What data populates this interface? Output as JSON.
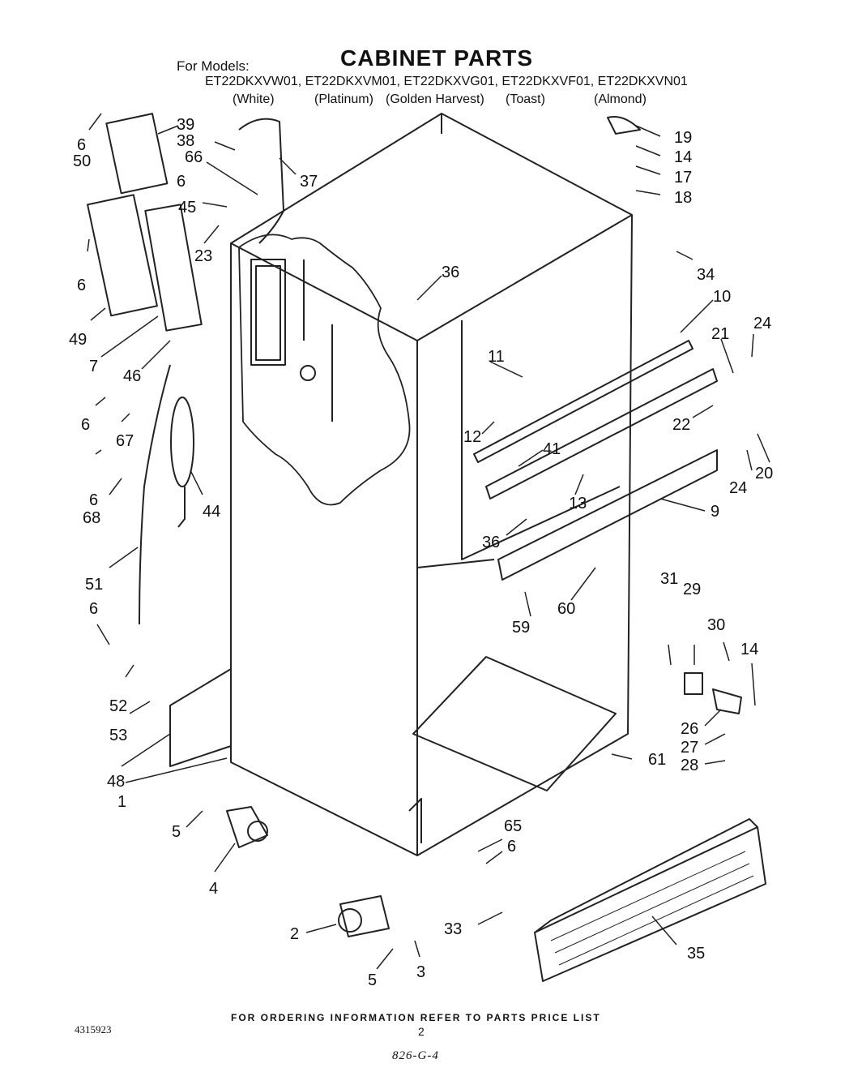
{
  "header": {
    "title": "CABINET PARTS",
    "for_models_label": "For Models:",
    "model_numbers": "ET22DKXVW01, ET22DKXVM01, ET22DKXVG01, ET22DKXVF01, ET22DKXVN01",
    "colors": [
      "(White)",
      "(Platinum)",
      "(Golden Harvest)",
      "(Toast)",
      "(Almond)"
    ]
  },
  "callouts": [
    "6",
    "39",
    "38",
    "66",
    "37",
    "50",
    "6",
    "45",
    "23",
    "6",
    "49",
    "7",
    "46",
    "6",
    "67",
    "6",
    "68",
    "44",
    "51",
    "6",
    "52",
    "53",
    "48",
    "1",
    "5",
    "4",
    "2",
    "5",
    "3",
    "19",
    "14",
    "17",
    "18",
    "34",
    "36",
    "10",
    "24",
    "21",
    "11",
    "22",
    "12",
    "24",
    "20",
    "41",
    "13",
    "9",
    "36",
    "60",
    "59",
    "31",
    "29",
    "30",
    "14",
    "26",
    "27",
    "28",
    "61",
    "65",
    "6",
    "33",
    "35"
  ],
  "footer": {
    "ordering_note": "FOR ORDERING INFORMATION REFER TO PARTS PRICE LIST",
    "doc_number": "4315923",
    "page_number": "2",
    "handwritten_note": "826-G-4"
  }
}
